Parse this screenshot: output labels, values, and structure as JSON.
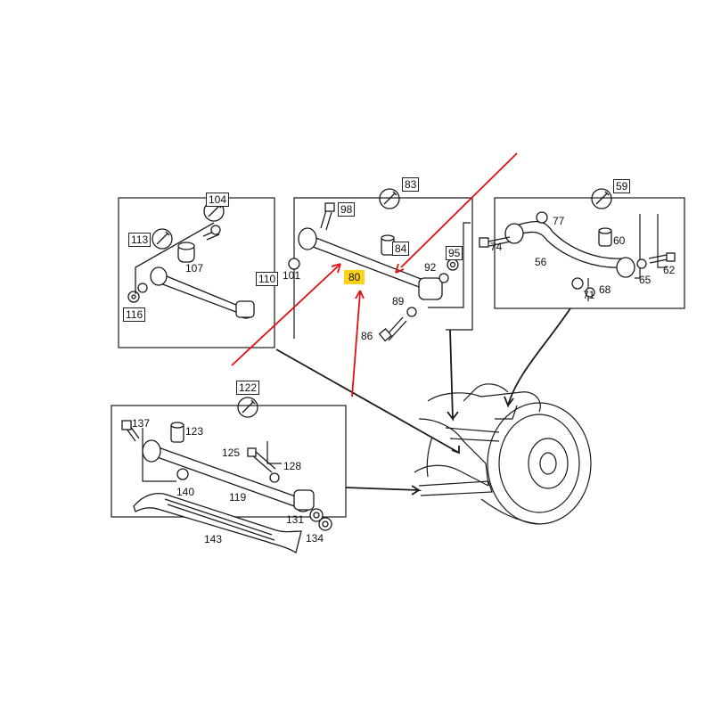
{
  "groups": {
    "g104": {
      "callout": "104",
      "parts": [
        "113",
        "107",
        "110",
        "116"
      ]
    },
    "g83": {
      "callout": "83",
      "parts": [
        "98",
        "84",
        "95",
        "101",
        "92",
        "80",
        "89",
        "86"
      ]
    },
    "g59": {
      "callout": "59",
      "parts": [
        "77",
        "74",
        "60",
        "56",
        "62",
        "65",
        "71",
        "68"
      ]
    },
    "g122": {
      "callout": "122",
      "parts": [
        "137",
        "123",
        "125",
        "128",
        "140",
        "119",
        "131",
        "134",
        "143"
      ]
    }
  },
  "highlight": {
    "part": "80",
    "color": "#ffd21a"
  },
  "colors": {
    "annotation_lines": "#e01010",
    "line_art": "#1a1a1a"
  },
  "icons": [
    "wrench-icon"
  ]
}
